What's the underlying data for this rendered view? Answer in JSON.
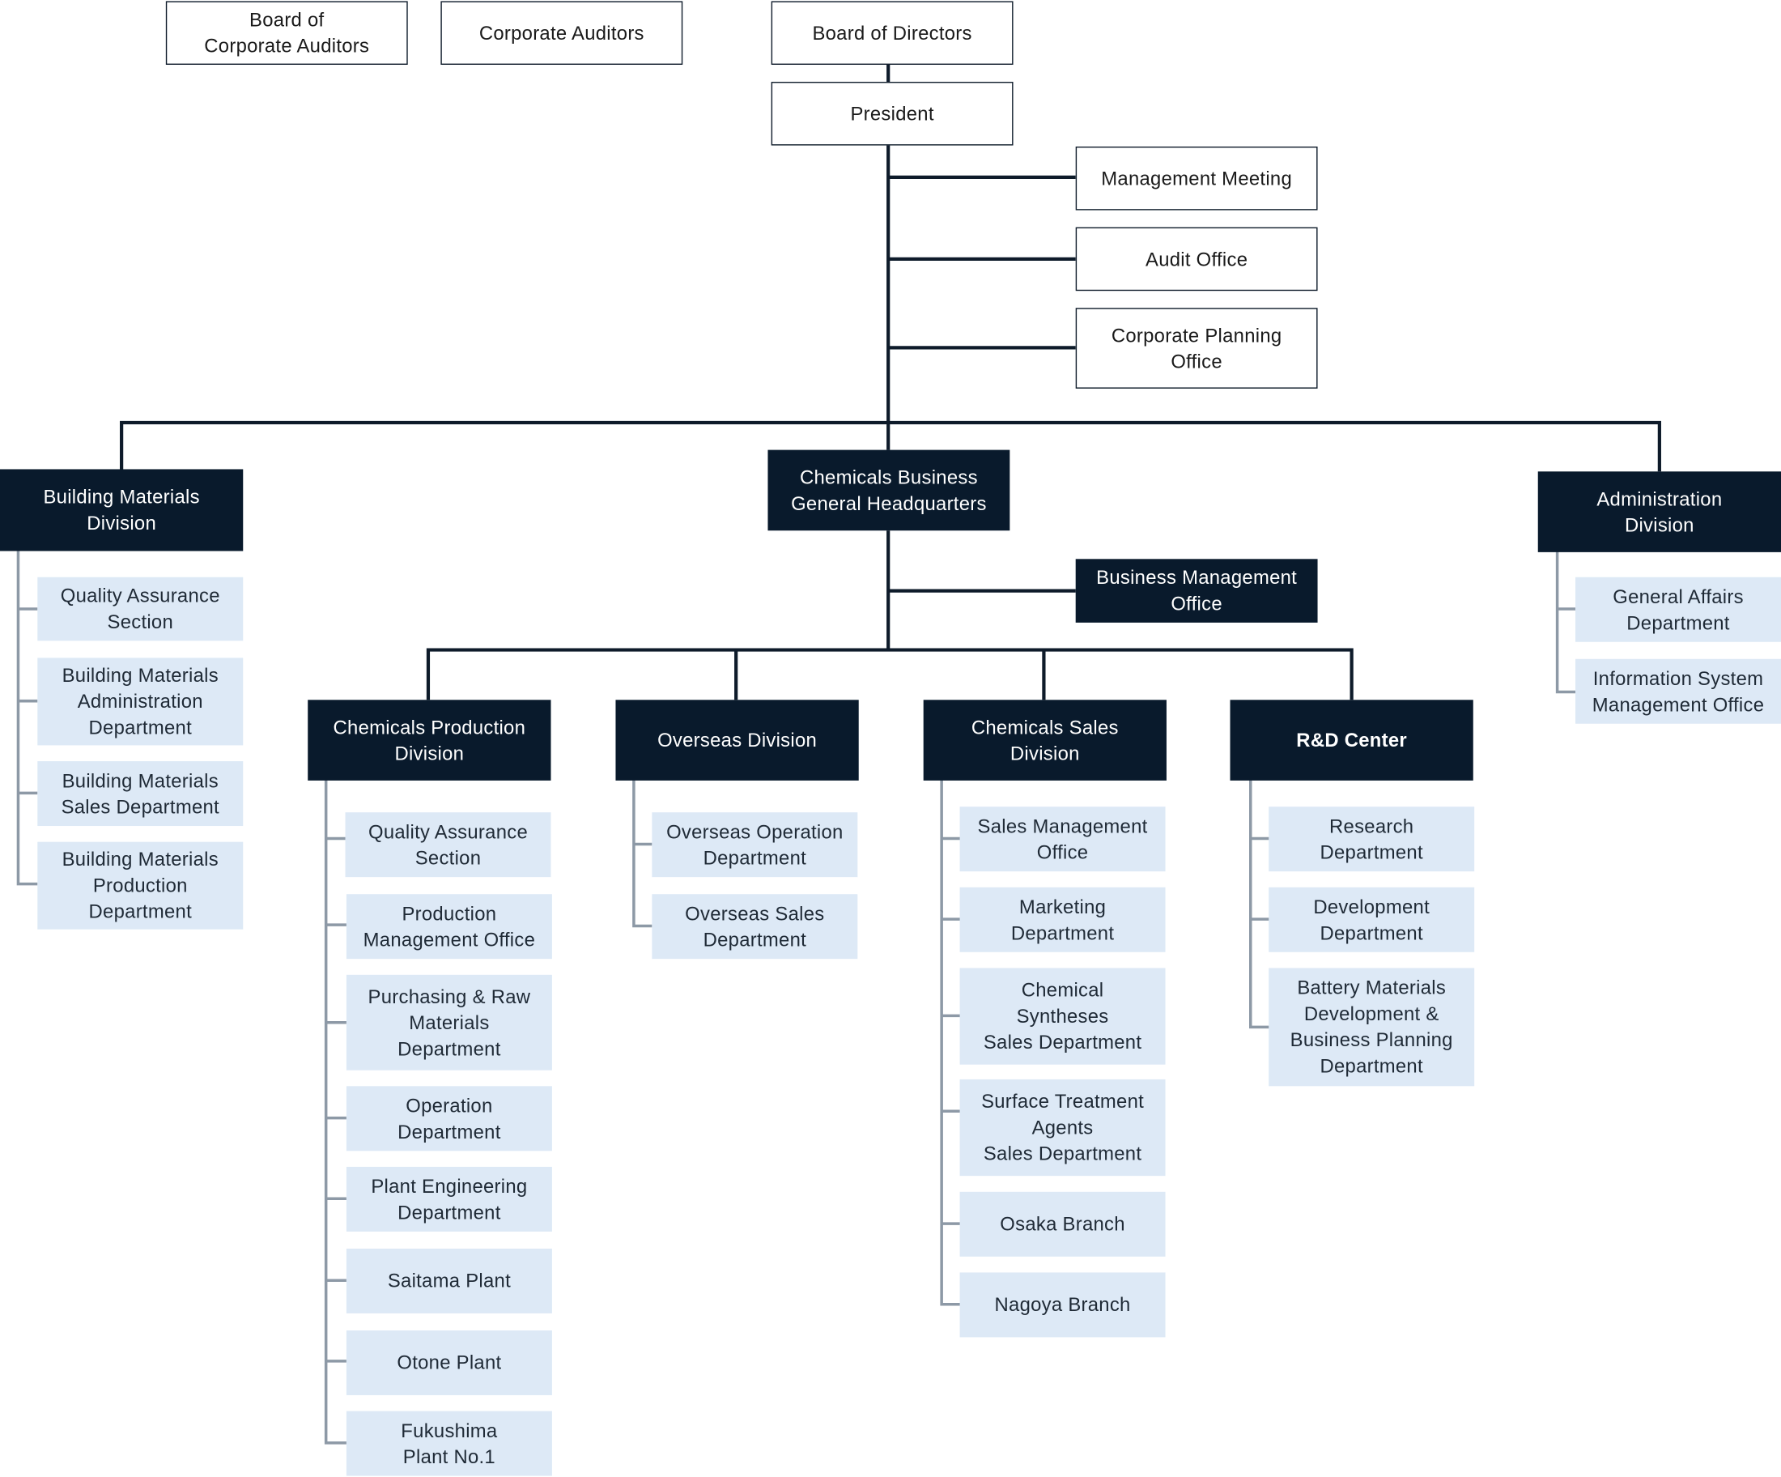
{
  "top": {
    "board_of_corporate_auditors": "Board of\nCorporate Auditors",
    "corporate_auditors": "Corporate Auditors",
    "board_of_directors": "Board of Directors",
    "president": "President"
  },
  "staff": {
    "management_meeting": "Management Meeting",
    "audit_office": "Audit Office",
    "corporate_planning_office": "Corporate Planning\nOffice"
  },
  "building_materials": {
    "title": "Building Materials\nDivision",
    "items": [
      "Quality Assurance\nSection",
      "Building Materials\nAdministration\nDepartment",
      "Building Materials\nSales Department",
      "Building Materials\nProduction\nDepartment"
    ]
  },
  "chemicals_hq": {
    "title": "Chemicals Business\nGeneral Headquarters",
    "business_management_office": "Business Management\nOffice"
  },
  "administration": {
    "title": "Administration\nDivision",
    "items": [
      "General Affairs\nDepartment",
      "Information System\nManagement Office"
    ]
  },
  "chemicals_production": {
    "title": "Chemicals Production\nDivision",
    "items": [
      "Quality Assurance\nSection",
      "Production\nManagement Office",
      "Purchasing & Raw\nMaterials\nDepartment",
      "Operation\nDepartment",
      "Plant Engineering\nDepartment",
      "Saitama Plant",
      "Otone Plant",
      "Fukushima\nPlant No.1"
    ]
  },
  "overseas": {
    "title": "Overseas Division",
    "items": [
      "Overseas Operation\nDepartment",
      "Overseas Sales\nDepartment"
    ]
  },
  "chemicals_sales": {
    "title": "Chemicals Sales\nDivision",
    "items": [
      "Sales Management\nOffice",
      "Marketing\nDepartment",
      "Chemical\nSyntheses\nSales Department",
      "Surface Treatment\nAgents\nSales Department",
      "Osaka Branch",
      "Nagoya Branch"
    ]
  },
  "rd_center": {
    "title": "R&D Center",
    "items": [
      "Research\nDepartment",
      "Development\nDepartment",
      "Battery Materials\nDevelopment &\nBusiness Planning\nDepartment"
    ]
  },
  "colors": {
    "dark_box": "#091a2c",
    "light_box": "#dde9f6",
    "main_line": "#0e1b2a",
    "sub_line": "#8d99a6"
  }
}
